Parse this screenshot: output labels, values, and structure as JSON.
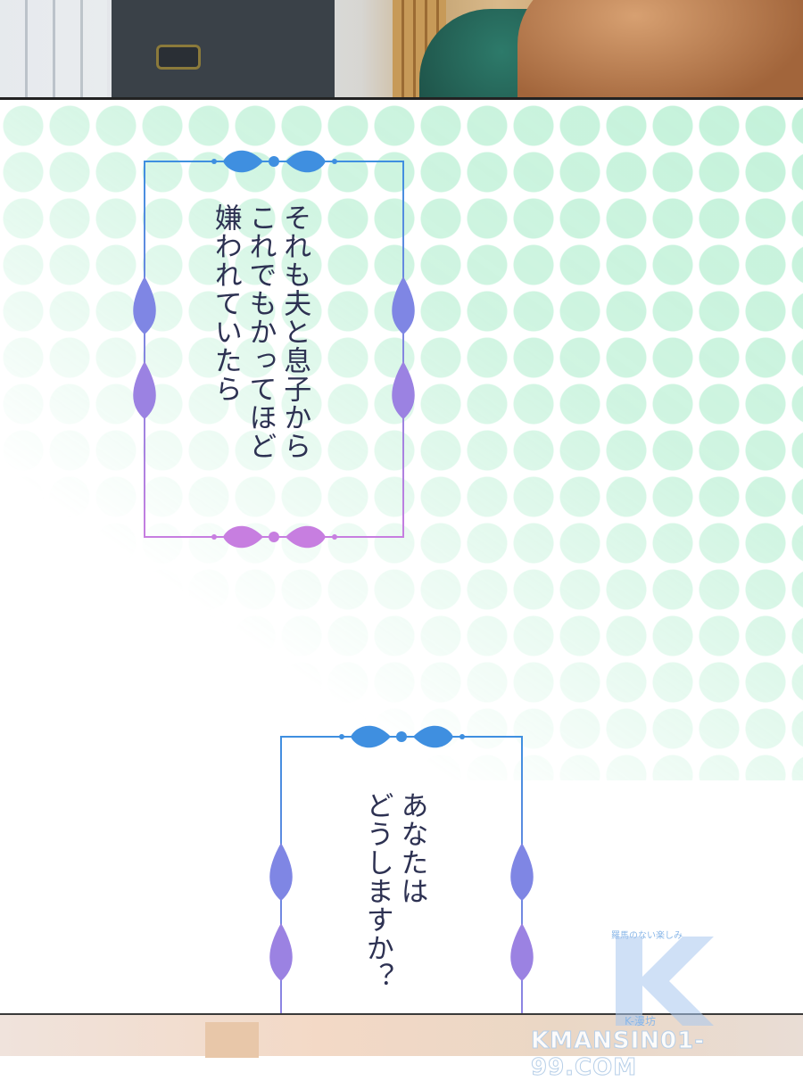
{
  "panel_top": {
    "description_icon": "manga-scene-couple"
  },
  "bubble1": {
    "lines": [
      "それも夫と息子から",
      "これでもかってほど",
      "嫌われていたら"
    ]
  },
  "bubble2": {
    "lines": [
      "あなたは",
      "どうしますか？"
    ]
  },
  "logo": {
    "tagline": "羅馬のない楽しみ",
    "mark": "K",
    "sub": "K-漫坊"
  },
  "watermark": {
    "text": "KMANSIN01-99.COM"
  },
  "colors": {
    "frame_top": "#3f8fe0",
    "frame_bottom": "#c77ee0",
    "text": "#2d3152",
    "dots": "#b0eece"
  }
}
